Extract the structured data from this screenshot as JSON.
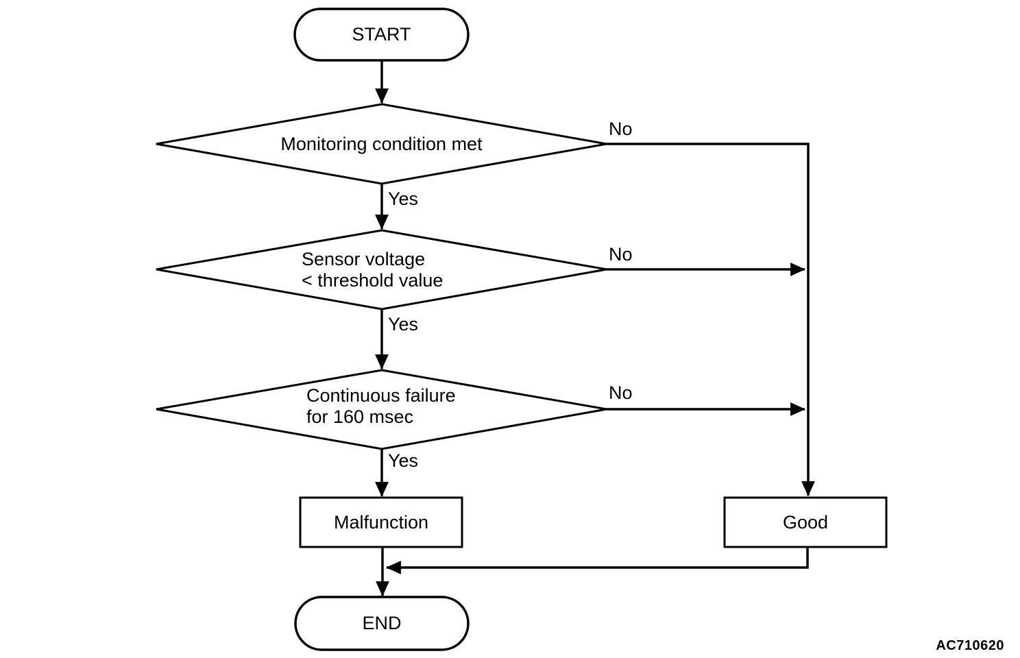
{
  "diagram": {
    "type": "flowchart",
    "figure_code": "AC710620",
    "colors": {
      "line": "#000000",
      "shape_fill": "#ffffff",
      "background": "#ffffff",
      "text": "#000000"
    },
    "nodes": {
      "start": {
        "shape": "terminator",
        "label": "START"
      },
      "decision1": {
        "shape": "decision",
        "label": "Monitoring condition met"
      },
      "decision2": {
        "shape": "decision",
        "lines": [
          "Sensor voltage",
          "< threshold value"
        ]
      },
      "decision3": {
        "shape": "decision",
        "lines": [
          "Continuous failure",
          "for 160 msec"
        ]
      },
      "malfunction": {
        "shape": "process",
        "label": "Malfunction"
      },
      "good": {
        "shape": "process",
        "label": "Good"
      },
      "end": {
        "shape": "terminator",
        "label": "END"
      }
    },
    "edges": {
      "start_to_decision1": {
        "from": "start",
        "to": "decision1",
        "label": ""
      },
      "decision1_yes": {
        "from": "decision1",
        "to": "decision2",
        "label": "Yes"
      },
      "decision1_no": {
        "from": "decision1",
        "to": "good",
        "label": "No"
      },
      "decision2_yes": {
        "from": "decision2",
        "to": "decision3",
        "label": "Yes"
      },
      "decision2_no": {
        "from": "decision2",
        "to": "good",
        "label": "No"
      },
      "decision3_yes": {
        "from": "decision3",
        "to": "malfunction",
        "label": "Yes"
      },
      "decision3_no": {
        "from": "decision3",
        "to": "good",
        "label": "No"
      },
      "malfunction_to_end": {
        "from": "malfunction",
        "to": "end",
        "label": ""
      },
      "good_to_end": {
        "from": "good",
        "to": "end",
        "label": ""
      }
    }
  }
}
